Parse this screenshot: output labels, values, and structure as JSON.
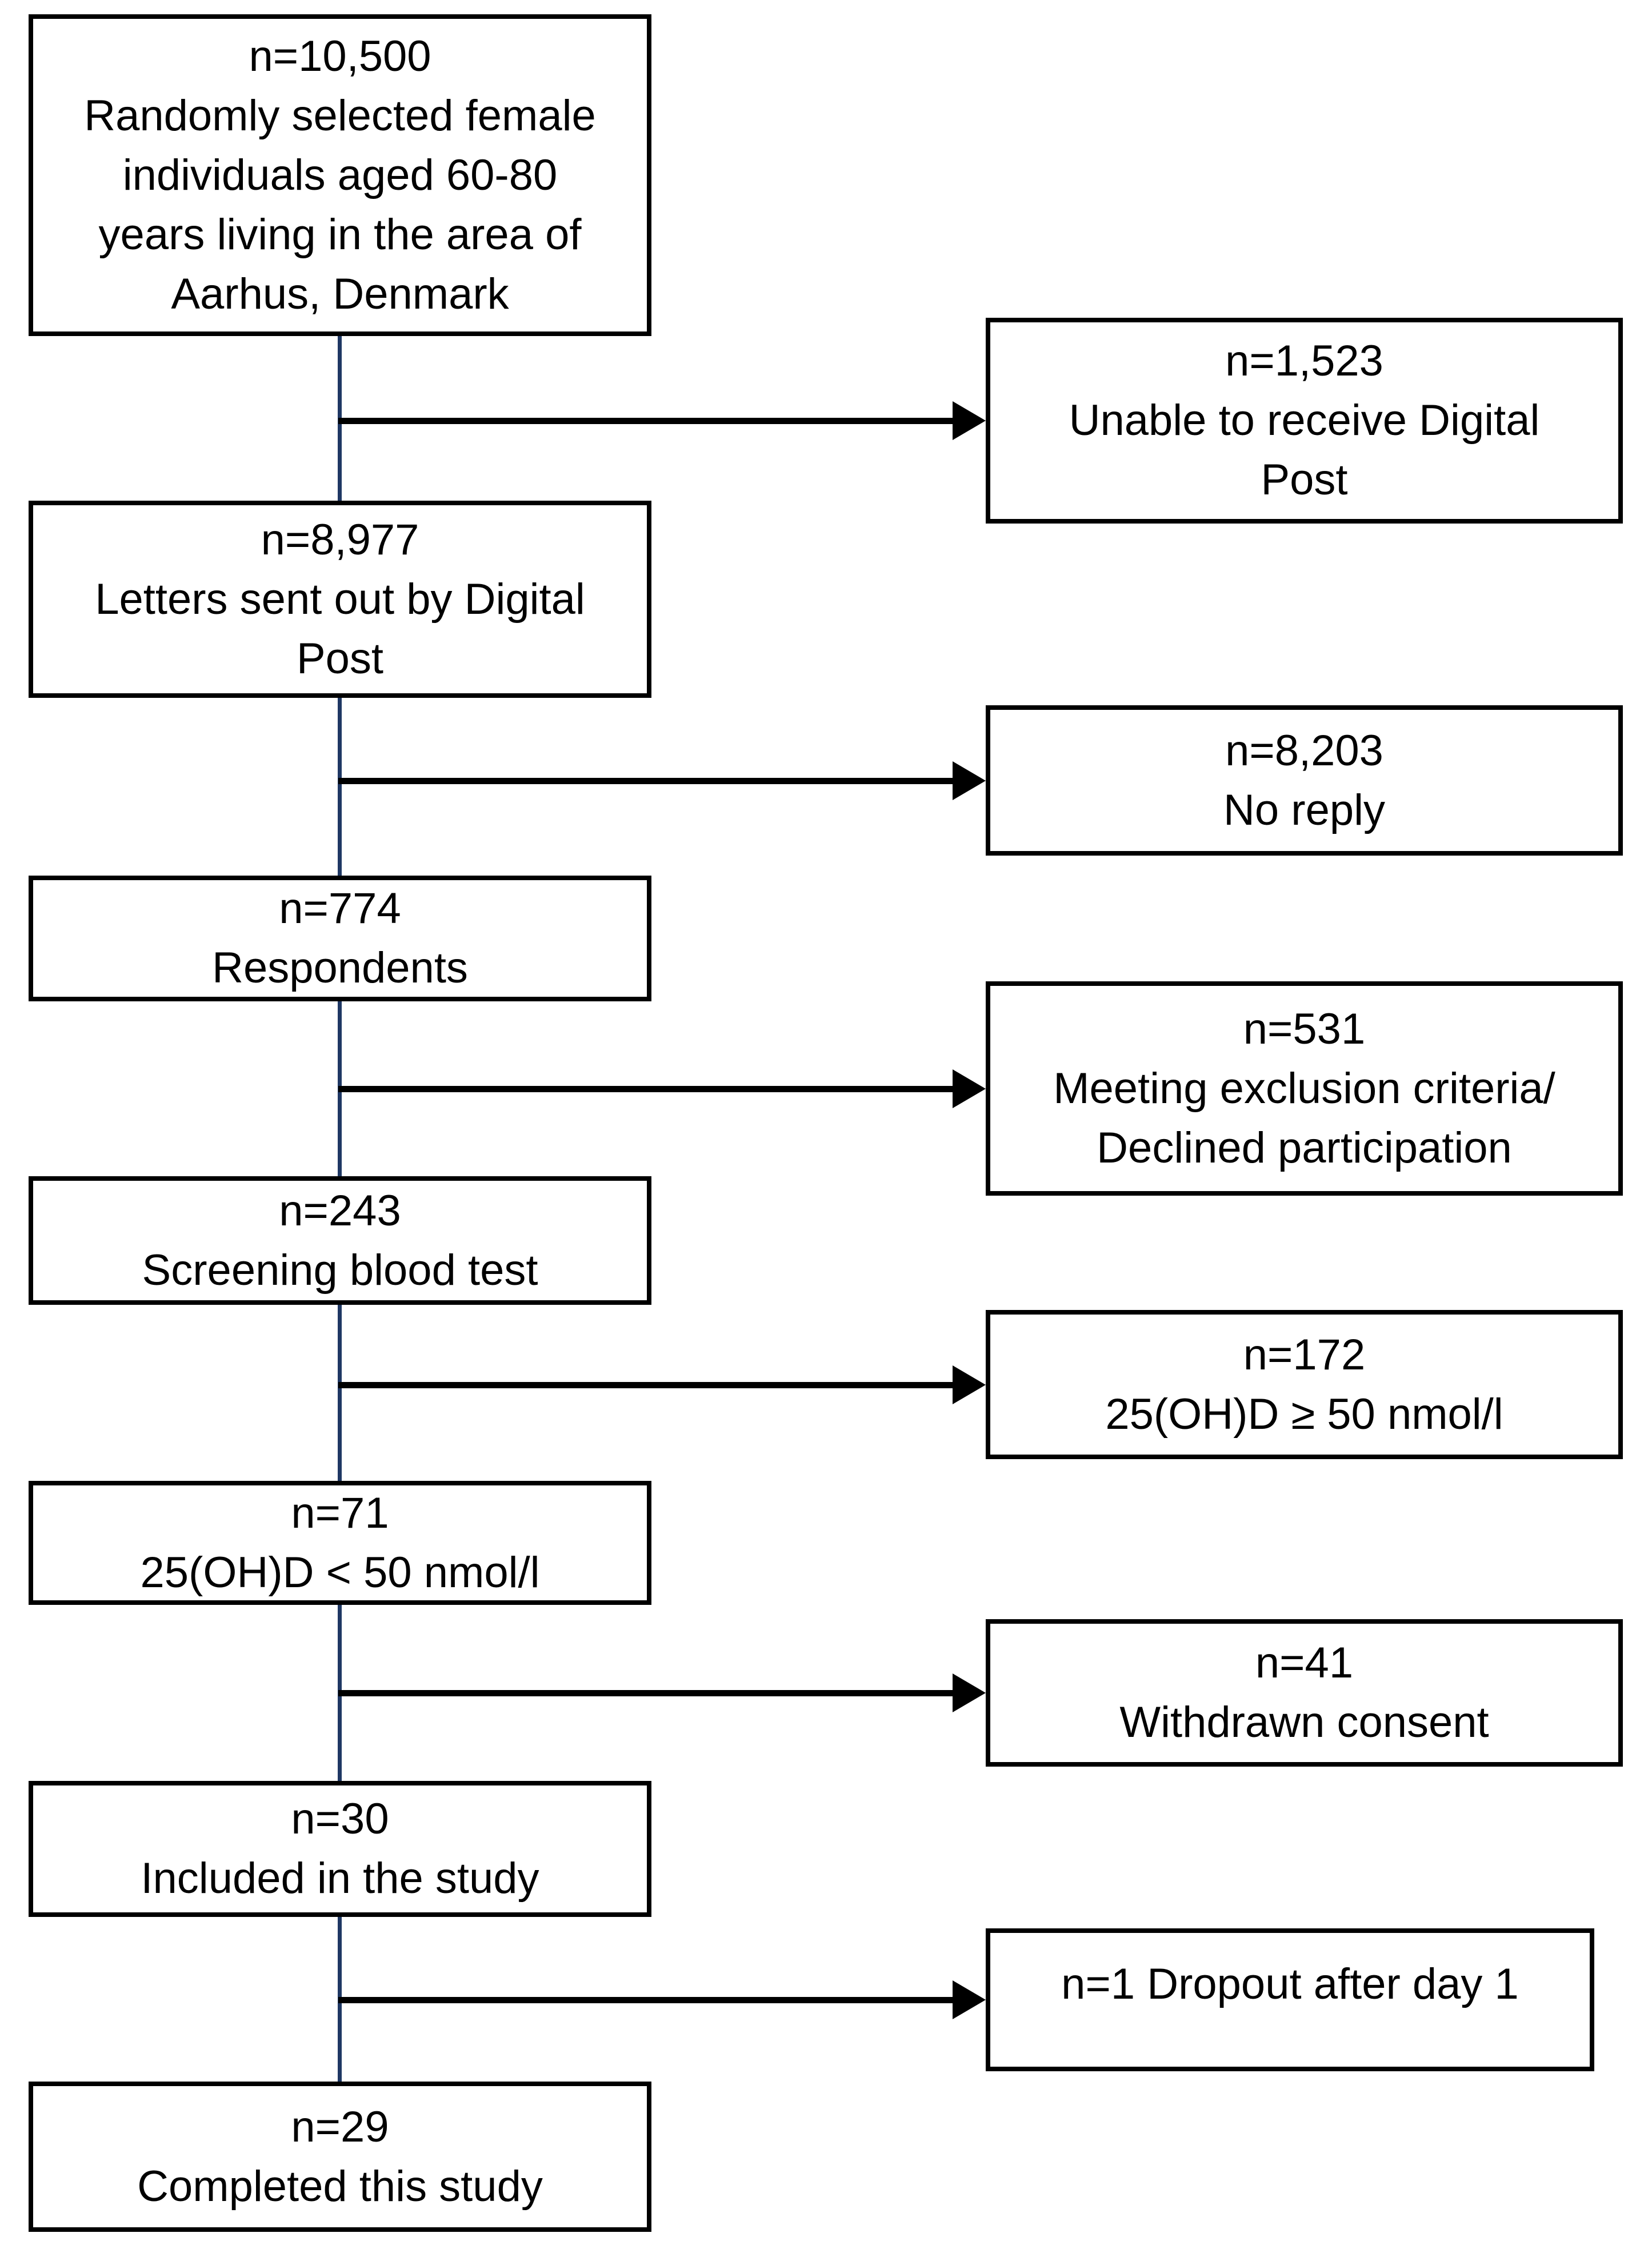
{
  "figure": {
    "type": "participant-flow-diagram",
    "colors": {
      "connector_blue": "#1f3864",
      "arrow_black": "#000000",
      "box_border_black": "#000000",
      "background": "#ffffff",
      "text": "#000000"
    },
    "flow": {
      "main": [
        {
          "n": "n=10,500",
          "label": "Randomly selected female individuals aged 60-80 years living in the area of Aarhus, Denmark"
        },
        {
          "n": "n=8,977",
          "label": "Letters sent out by Digital Post"
        },
        {
          "n": "n=774",
          "label": "Respondents"
        },
        {
          "n": "n=243",
          "label": "Screening blood test"
        },
        {
          "n": "n=71",
          "label": "25(OH)D < 50 nmol/l"
        },
        {
          "n": "n=30",
          "label": "Included in the study"
        },
        {
          "n": "n=29",
          "label": "Completed this study"
        }
      ],
      "excluded": [
        {
          "n": "n=1,523",
          "label": "Unable to receive Digital Post"
        },
        {
          "n": "n=8,203",
          "label": "No reply"
        },
        {
          "n": "n=531",
          "label": "Meeting exclusion criteria/ Declined participation"
        },
        {
          "n": "n=172",
          "label": "25(OH)D ≥ 50 nmol/l"
        },
        {
          "n": "n=41",
          "label": "Withdrawn consent"
        },
        {
          "n": "n=1 Dropout after day 1",
          "label": ""
        }
      ]
    }
  }
}
